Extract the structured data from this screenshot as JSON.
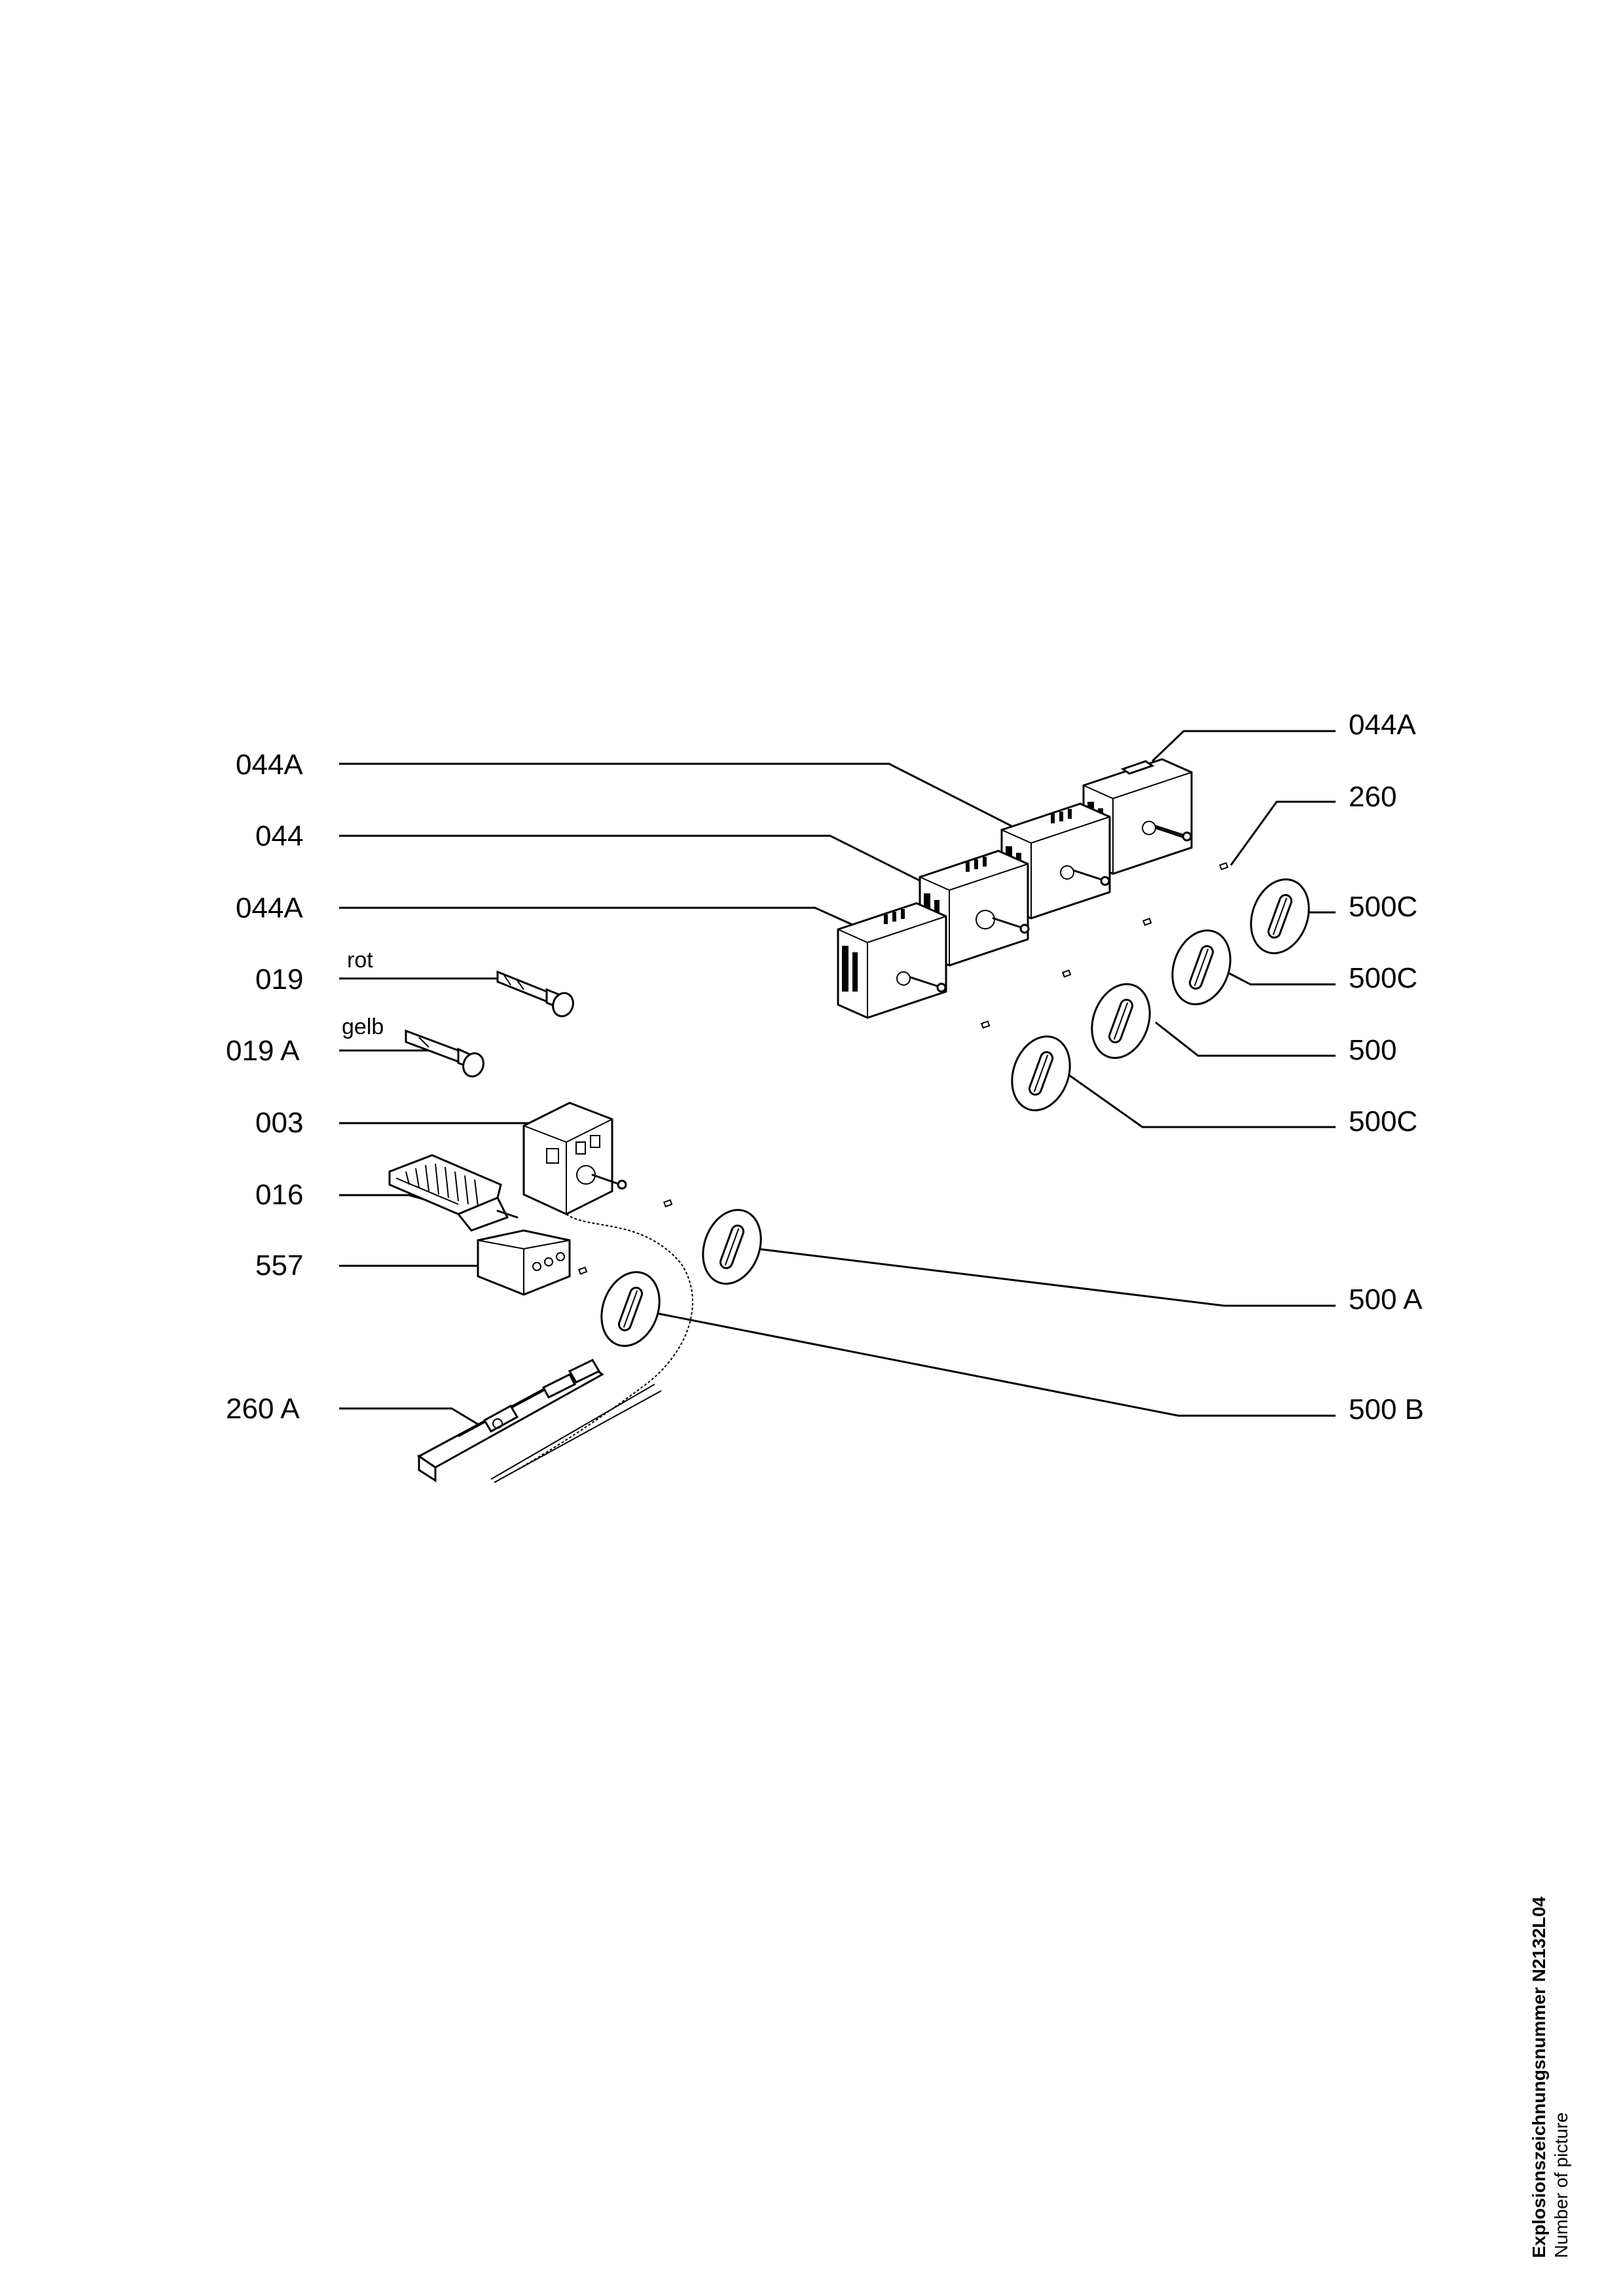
{
  "labels_left": [
    {
      "id": "044a-top-left",
      "text": "044A"
    },
    {
      "id": "044",
      "text": "044"
    },
    {
      "id": "044a-mid-left",
      "text": "044A"
    },
    {
      "id": "019",
      "text": "019"
    },
    {
      "id": "019a",
      "text": "019 A"
    },
    {
      "id": "003",
      "text": "003"
    },
    {
      "id": "016",
      "text": "016"
    },
    {
      "id": "557",
      "text": "557"
    },
    {
      "id": "260a",
      "text": "260 A"
    }
  ],
  "labels_right": [
    {
      "id": "044a-right",
      "text": "044A"
    },
    {
      "id": "260",
      "text": "260"
    },
    {
      "id": "500c-1",
      "text": "500C"
    },
    {
      "id": "500c-2",
      "text": "500C"
    },
    {
      "id": "500",
      "text": "500"
    },
    {
      "id": "500c-3",
      "text": "500C"
    },
    {
      "id": "500a",
      "text": "500 A"
    },
    {
      "id": "500b",
      "text": "500 B"
    }
  ],
  "wire_labels": {
    "rot": "rot",
    "gelb": "gelb"
  },
  "picture_info": {
    "title": "Explosionszeichnungsnummer N2132L04",
    "subtitle": "Number of picture"
  }
}
